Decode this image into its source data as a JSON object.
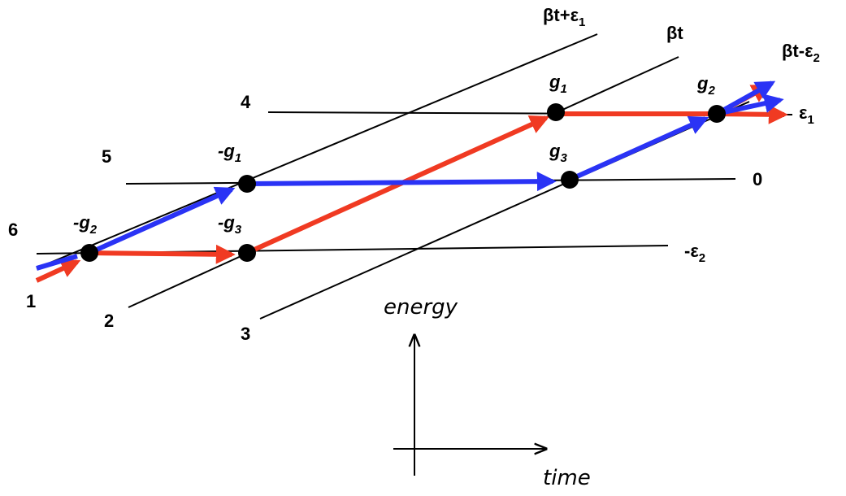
{
  "levels": {
    "l1": "1",
    "l2": "2",
    "l3": "3",
    "l4": "4",
    "l5": "5",
    "l6": "6",
    "l0": "0"
  },
  "diagonals": {
    "d1": {
      "text": "βt+ε",
      "sub": "1"
    },
    "d2": {
      "text": "βt"
    },
    "d3": {
      "text": "βt-ε",
      "sub": "2"
    }
  },
  "horizontals": {
    "h0": "0",
    "hneg": {
      "text": "-ε",
      "sub": "2"
    },
    "heps": {
      "text": "ε",
      "sub": "1"
    }
  },
  "nodes": {
    "g1": {
      "text": "g",
      "sub": "1"
    },
    "g2": {
      "text": "g",
      "sub": "2"
    },
    "g3": {
      "text": "g",
      "sub": "3"
    },
    "mg1": {
      "text": "-g",
      "sub": "1"
    },
    "mg2": {
      "text": "-g",
      "sub": "2"
    },
    "mg3": {
      "text": "-g",
      "sub": "3"
    }
  },
  "axes": {
    "energy": "energy",
    "time": "time"
  },
  "colors": {
    "red_path": "#f03a22",
    "blue_path": "#2a33f5"
  }
}
